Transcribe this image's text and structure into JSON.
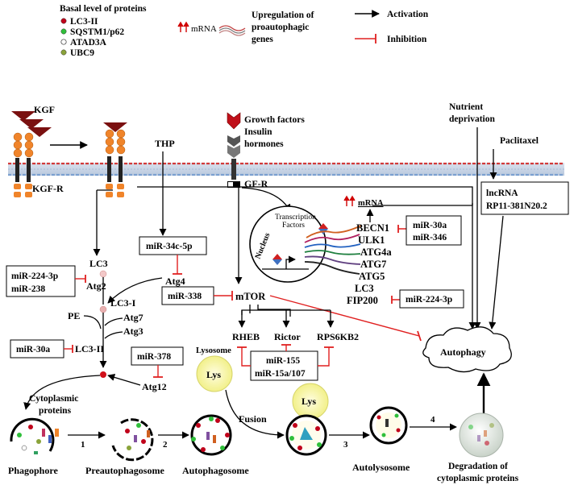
{
  "legend": {
    "basal_title": "Basal level of proteins",
    "items": [
      {
        "label": "LC3-II",
        "color": "#c0001a"
      },
      {
        "label": "SQSTM1/p62",
        "color": "#2fbf3a"
      },
      {
        "label": "ATAD3A",
        "color": "#ffffff"
      },
      {
        "label": "UBC9",
        "color": "#8aa33a"
      }
    ],
    "mrna_label": "mRNA",
    "upreg_text": [
      "Upregulation of",
      "proautophagic",
      "genes"
    ],
    "activation": "Activation",
    "inhibition": "Inhibition"
  },
  "receptors": {
    "kgf": "KGF",
    "kgfr": "KGF-R",
    "gf_text": [
      "Growth factors",
      "Insulin",
      "hormones"
    ],
    "gfr": "GF-R",
    "thp": "THP"
  },
  "nutrient": [
    "Nutrient",
    "deprivation"
  ],
  "paclitaxel": "Paclitaxel",
  "lncrna": [
    "lncRNA",
    "RP11-381N20.2"
  ],
  "nucleus": {
    "label": "Nucleus",
    "tf": [
      "Transcription",
      "Factors"
    ]
  },
  "mrna_node": "mRNA",
  "genes": [
    "BECN1",
    "ULK1",
    "ATG4a",
    "ATG7",
    "ATG5",
    "LC3",
    "FIP200"
  ],
  "mirna_boxes": {
    "mir30a_346": [
      "miR-30a",
      "miR-346"
    ],
    "mir224_fip": "miR-224-3p",
    "mir34c": "miR-34c-5p",
    "mir224_238": [
      "miR-224-3p",
      "miR-238"
    ],
    "mir338": "miR-338",
    "mir30a_lc3": "miR-30a",
    "mir378": "miR-378",
    "mir155": [
      "miR-155",
      "miR-15a/107"
    ]
  },
  "pathway": {
    "lc3": "LC3",
    "atg2": "Atg2",
    "atg4": "Atg4",
    "lc3i": "LC3-I",
    "pe": "PE",
    "atg7": "Atg7",
    "atg3": "Atg3",
    "lc3ii": "LC3-II",
    "atg12": "Atg12",
    "mtor": "mTOR",
    "rheb": "RHEB",
    "rictor": "Rictor",
    "rps6kb2": "RPS6KB2"
  },
  "autophagy": "Autophagy",
  "lysosome": "Lysosome",
  "lys": "Lys",
  "fusion": "Fusion",
  "cyto_proteins": [
    "Cytoplasmic",
    "proteins"
  ],
  "steps": [
    "1",
    "2",
    "3",
    "4"
  ],
  "stages": {
    "phagophore": "Phagophore",
    "preauto": "Preautophagosome",
    "autophagosome": "Autophagosome",
    "autolysosome": "Autolysosome",
    "degradation": [
      "Degradation of",
      "cytoplasmic proteins"
    ]
  }
}
